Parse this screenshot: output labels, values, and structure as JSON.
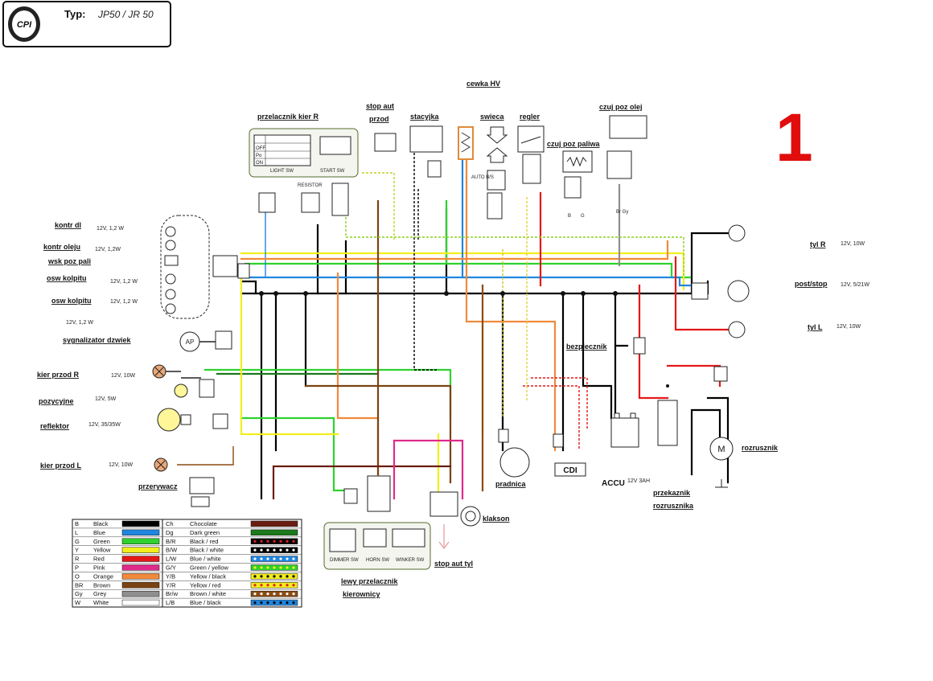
{
  "header": {
    "type_label": "Typ:",
    "model": "JP50 / JR 50",
    "logo_text": "CPI",
    "page_number": "1"
  },
  "components": {
    "cewka_hv": "cewka  HV",
    "stop_aut": "stop  aut",
    "przod": "przod",
    "stacyjka": "stacyjka",
    "swieca": "swieca",
    "regler": "regler",
    "czuj_olej": "czuj  poz  olej",
    "czuj_paliwa": "czuj  poz  paliwa",
    "przelacznik_r": "przelacznik  kier  R",
    "auto_bs": "AUTO B/S",
    "resistor": "RESISTOR",
    "light_sw": "LIGHT SW",
    "start_sw": "START SW",
    "off": "OFF",
    "po": "Po",
    "on": "ON",
    "bezpiecznik": "bezpiecznik",
    "cdi": "CDI",
    "pradnica": "pradnica",
    "accu": "ACCU",
    "accu_spec": "12V 3AH",
    "przekaznik": "przekaznik",
    "rozrusznika": "rozrusznika",
    "rozrusznik": "rozrusznik",
    "klakson": "klakson",
    "stop_aut_tyl": "stop  aut  tyl",
    "lewy": "lewy  przelacznik",
    "kierownicy": "kierownicy",
    "dimmer_sw": "DIMMER SW",
    "horn_sw": "HORN SW",
    "winker_sw": "WINKER SW",
    "przerywacz": "przerywacz",
    "ap": "AP",
    "motor_m": "M",
    "wire_b": "B",
    "wire_g": "G",
    "wire_br_gy": "Br Gy"
  },
  "left_labels": [
    {
      "name": "kontr  dl",
      "spec": "12V, 1,2 W"
    },
    {
      "name": "kontr  oleju",
      "spec": "12V, 1,2W"
    },
    {
      "name": "wsk  poz  pali",
      "spec": ""
    },
    {
      "name": "osw  kolpitu",
      "spec": "12V, 1,2 W"
    },
    {
      "name": "osw  kolpitu",
      "spec": "12V, 1,2 W"
    },
    {
      "name": "",
      "spec": "12V, 1,2 W"
    },
    {
      "name": "sygnalizator  dzwiek",
      "spec": ""
    },
    {
      "name": "kier  przod  R",
      "spec": "12V, 10W"
    },
    {
      "name": "pozycyjne",
      "spec": "12V, 5W"
    },
    {
      "name": "reflektor",
      "spec": "12V,  35/35W"
    },
    {
      "name": "kier  przod  L",
      "spec": "12V, 10W"
    }
  ],
  "right_labels": [
    {
      "name": "tyl  R",
      "spec": "12V, 10W"
    },
    {
      "name": "post/stop",
      "spec": "12V, 5/21W"
    },
    {
      "name": "tyl  L",
      "spec": "12V, 10W"
    }
  ],
  "legend": [
    {
      "code": "B",
      "name": "Black",
      "color": "#000000",
      "pattern": "solid",
      "code2": "Ch",
      "name2": "Chocolate",
      "color2": "#6b1d12",
      "pattern2": "solid"
    },
    {
      "code": "L",
      "name": "Blue",
      "color": "#1f86e0",
      "pattern": "solid",
      "code2": "Dg",
      "name2": "Dark green",
      "color2": "#1c7a1c",
      "pattern2": "solid"
    },
    {
      "code": "G",
      "name": "Green",
      "color": "#2fd12f",
      "pattern": "solid",
      "code2": "B/R",
      "name2": "Black / red",
      "color2": "#000000",
      "dot2": "#e02020",
      "pattern2": "dots"
    },
    {
      "code": "Y",
      "name": "Yellow",
      "color": "#f2ee1c",
      "pattern": "solid",
      "code2": "B/W",
      "name2": "Black / white",
      "color2": "#000000",
      "dot2": "#ffffff",
      "pattern2": "dots"
    },
    {
      "code": "R",
      "name": "Red",
      "color": "#e41818",
      "pattern": "solid",
      "code2": "L/W",
      "name2": "Blue / white",
      "color2": "#1f86e0",
      "dot2": "#ffffff",
      "pattern2": "dots"
    },
    {
      "code": "P",
      "name": "Pink",
      "color": "#e02a8a",
      "pattern": "solid",
      "code2": "G/Y",
      "name2": "Green / yellow",
      "color2": "#2fd12f",
      "dot2": "#f2ee1c",
      "pattern2": "dots"
    },
    {
      "code": "O",
      "name": "Orange",
      "color": "#f08a3a",
      "pattern": "solid",
      "code2": "Y/B",
      "name2": "Yellow / black",
      "color2": "#f2ee1c",
      "dot2": "#000000",
      "pattern2": "dots"
    },
    {
      "code": "BR",
      "name": "Brown",
      "color": "#7a4312",
      "pattern": "solid",
      "code2": "Y/R",
      "name2": "Yellow / red",
      "color2": "#f2ee1c",
      "dot2": "#e02020",
      "pattern2": "dots"
    },
    {
      "code": "Gy",
      "name": "Grey",
      "color": "#8f8f8f",
      "pattern": "solid",
      "code2": "Br/w",
      "name2": "Brown / white",
      "color2": "#8b4a12",
      "dot2": "#ffffff",
      "pattern2": "dots"
    },
    {
      "code": "W",
      "name": "White",
      "color": "#ffffff",
      "pattern": "solid",
      "code2": "L/B",
      "name2": "Blue / black",
      "color2": "#1f86e0",
      "dot2": "#000000",
      "pattern2": "dots"
    }
  ]
}
